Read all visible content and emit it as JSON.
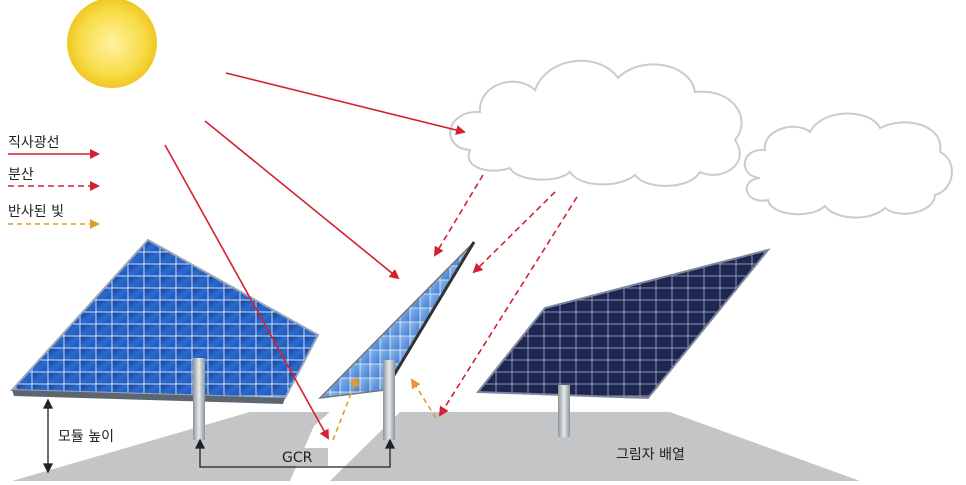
{
  "legend": {
    "direct": "직사광선",
    "diffuse": "분산",
    "reflected": "반사된 빛"
  },
  "labels": {
    "module_height": "모듈 높이",
    "gcr": "GCR",
    "shadow": "그림자 배열"
  },
  "colors": {
    "direct": "#d42030",
    "diffuse": "#d42030",
    "reflected": "#e49a30",
    "sun": "#f6d430",
    "shadow": "#c2c3c4",
    "panel_blue": "#1f5fb0",
    "panel_dark": "#1b2a55"
  }
}
